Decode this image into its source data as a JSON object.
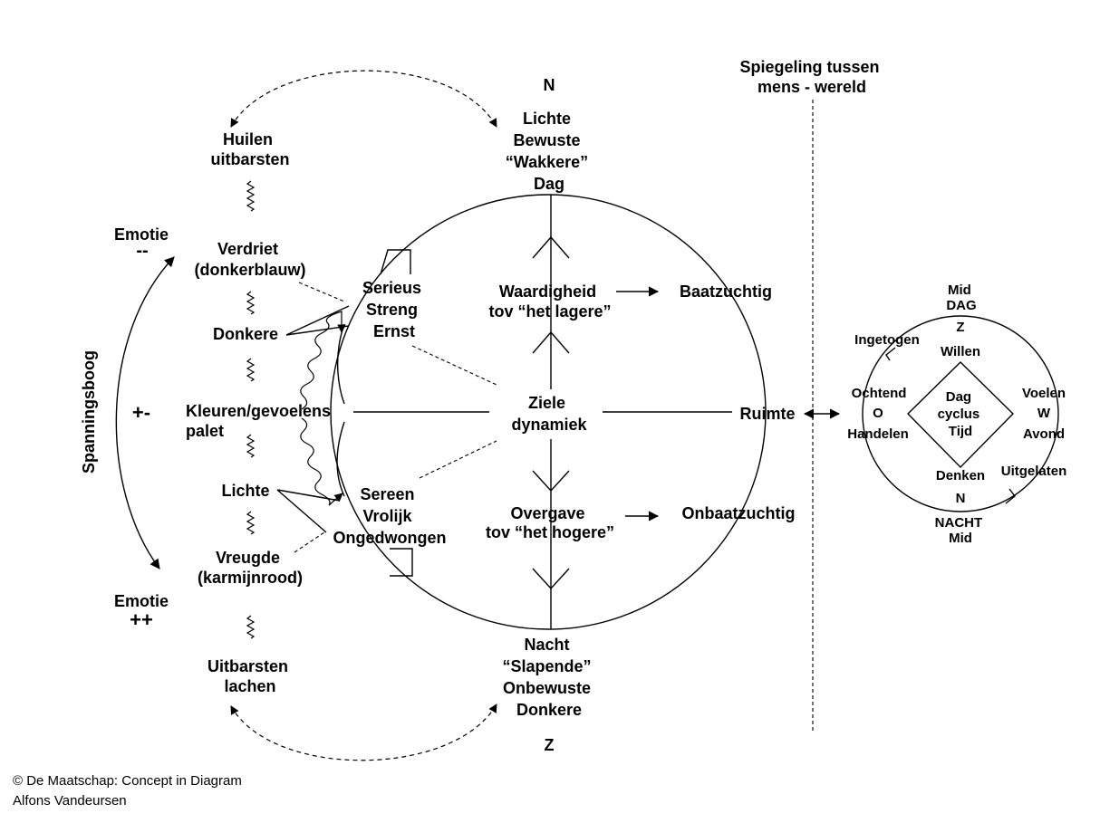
{
  "compass": {
    "north": "N",
    "south": "Z"
  },
  "top_label": [
    "Lichte",
    "Bewuste",
    "“Wakkere”",
    "Dag"
  ],
  "bottom_label": [
    "Nacht",
    "“Slapende”",
    "Onbewuste",
    "Donkere"
  ],
  "mirror_label": [
    "Spiegeling tussen",
    "mens - wereld"
  ],
  "center": {
    "waardigheid": [
      "Waardigheid",
      "tov “het lagere”"
    ],
    "ziele": [
      "Ziele",
      "dynamiek"
    ],
    "overgave": [
      "Overgave",
      "tov “het hogere”"
    ],
    "baatzuchtig": "Baatzuchtig",
    "onbaatzuchtig": "Onbaatzuchtig",
    "ruimte": "Ruimte"
  },
  "serieus": [
    "Serieus",
    "Streng",
    "Ernst"
  ],
  "sereen": [
    "Sereen",
    "Vrolijk",
    "Ongedwongen"
  ],
  "left_column": {
    "huilen": [
      "Huilen",
      "uitbarsten"
    ],
    "verdriet": [
      "Verdriet",
      "(donkerblauw)"
    ],
    "donkere": "Donkere",
    "kleuren": [
      "Kleuren/gevoelens",
      "palet"
    ],
    "lichte": "Lichte",
    "vreugde": [
      "Vreugde",
      "(karmijnrood)"
    ],
    "uitbarsten": [
      "Uitbarsten",
      "lachen"
    ]
  },
  "emotions": {
    "minus_label": "Emotie",
    "minus_sign": "--",
    "mid_sign": "+-",
    "plus_label": "Emotie",
    "plus_sign": "++"
  },
  "spanningsboog": "Spanningsboog",
  "day_cycle": {
    "mid_dag": [
      "Mid",
      "DAG"
    ],
    "z": "Z",
    "willen": "Willen",
    "ingetogen": "Ingetogen",
    "ochtend": "Ochtend",
    "o": "O",
    "handelen": "Handelen",
    "voelen": "Voelen",
    "w": "W",
    "avond": "Avond",
    "center": [
      "Dag",
      "cyclus",
      "Tijd"
    ],
    "denken": "Denken",
    "uitgelaten": "Uitgelaten",
    "n": "N",
    "nacht_mid": [
      "NACHT",
      "Mid"
    ]
  },
  "credit": [
    "© De Maatschap: Concept in Diagram",
    "Alfons Vandeursen"
  ]
}
